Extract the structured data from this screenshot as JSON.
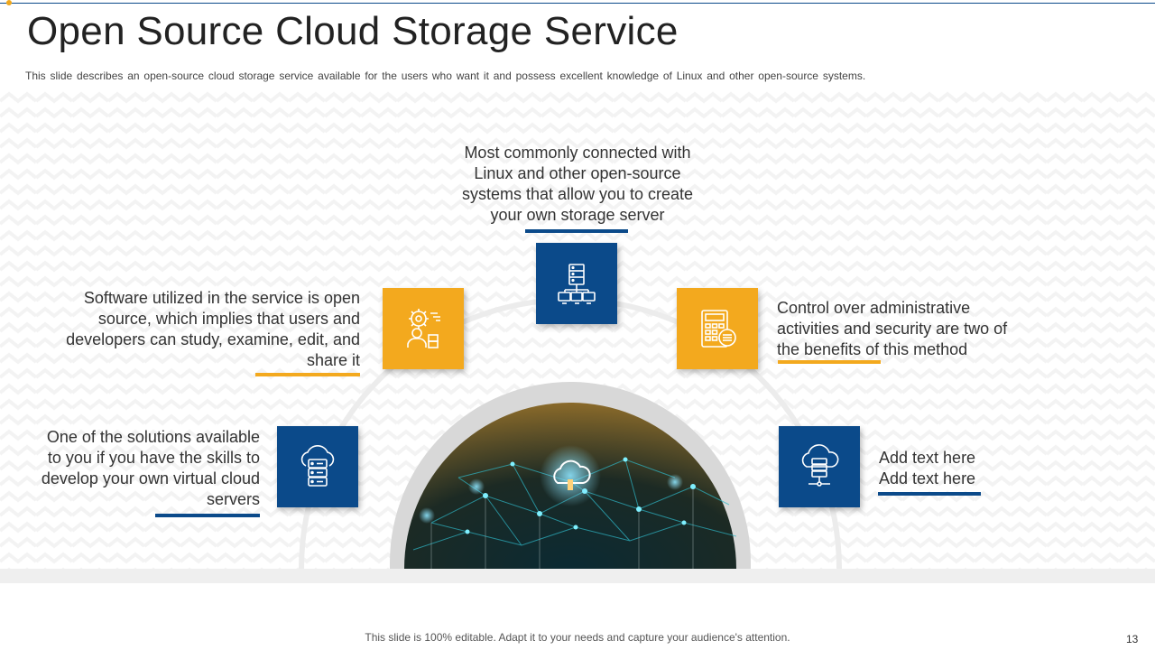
{
  "slide": {
    "title": "Open Source Cloud Storage Service",
    "subtitle": "This slide describes an open-source cloud storage service available for the users who want it and possess excellent knowledge of Linux and other open-source systems.",
    "footer": "This slide is 100% editable. Adapt it to your needs and capture your audience's attention.",
    "page_number": "13"
  },
  "items": [
    {
      "text": "Most commonly connected with Linux and other open-source systems that allow you to create your own storage server",
      "icon": "server-network-icon",
      "color": "#0b4a8a"
    },
    {
      "text": "Software utilized in the service is open source, which implies that users and developers can study, examine, edit, and share it",
      "icon": "developer-gear-icon",
      "color": "#f3a91e"
    },
    {
      "text": "Control over administrative activities and security are two of the benefits of this method",
      "icon": "calculator-control-icon",
      "color": "#f3a91e"
    },
    {
      "text": "One of the solutions available to you if you have the skills to develop your own virtual cloud servers",
      "icon": "cloud-server-icon",
      "color": "#0b4a8a"
    },
    {
      "text": "Add text here Add text here",
      "icon": "cloud-database-icon",
      "color": "#0b4a8a"
    }
  ]
}
